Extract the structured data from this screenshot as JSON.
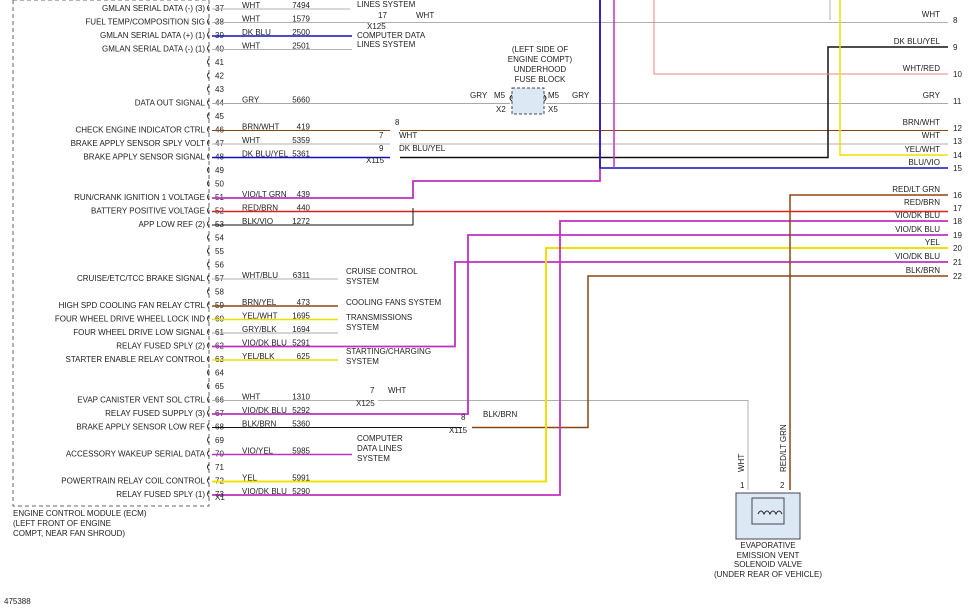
{
  "ecm": {
    "label_lines": [
      "ENGINE CONTROL MODULE (ECM)",
      "(LEFT FRONT OF ENGINE",
      "COMPT, NEAR FAN SHROUD)"
    ],
    "pins": [
      {
        "num": "37",
        "desc": "GMLAN SERIAL DATA (-) (3)",
        "color": "WHT",
        "circuit": "7494"
      },
      {
        "num": "38",
        "desc": "FUEL TEMP/COMPOSITION SIG",
        "color": "WHT",
        "circuit": "1579"
      },
      {
        "num": "39",
        "desc": "GMLAN SERIAL DATA (+) (1)",
        "color": "DK BLU",
        "circuit": "2500"
      },
      {
        "num": "40",
        "desc": "GMLAN SERIAL DATA (-) (1)",
        "color": "WHT",
        "circuit": "2501"
      },
      {
        "num": "41",
        "desc": "",
        "color": "",
        "circuit": ""
      },
      {
        "num": "42",
        "desc": "",
        "color": "",
        "circuit": ""
      },
      {
        "num": "43",
        "desc": "",
        "color": "",
        "circuit": ""
      },
      {
        "num": "44",
        "desc": "DATA OUT SIGNAL",
        "color": "GRY",
        "circuit": "5660"
      },
      {
        "num": "45",
        "desc": "",
        "color": "",
        "circuit": ""
      },
      {
        "num": "46",
        "desc": "CHECK ENGINE INDICATOR CTRL",
        "color": "BRN/WHT",
        "circuit": "419"
      },
      {
        "num": "47",
        "desc": "BRAKE APPLY SENSOR SPLY VOLT",
        "color": "WHT",
        "circuit": "5359"
      },
      {
        "num": "48",
        "desc": "BRAKE APPLY SENSOR SIGNAL",
        "color": "DK BLU/YEL",
        "circuit": "5361"
      },
      {
        "num": "49",
        "desc": "",
        "color": "",
        "circuit": ""
      },
      {
        "num": "50",
        "desc": "",
        "color": "",
        "circuit": ""
      },
      {
        "num": "51",
        "desc": "RUN/CRANK IGNITION 1 VOLTAGE",
        "color": "VIO/LT GRN",
        "circuit": "439"
      },
      {
        "num": "52",
        "desc": "BATTERY POSITIVE VOLTAGE",
        "color": "RED/BRN",
        "circuit": "440"
      },
      {
        "num": "53",
        "desc": "APP LOW REF (2)",
        "color": "BLK/VIO",
        "circuit": "1272"
      },
      {
        "num": "54",
        "desc": "",
        "color": "",
        "circuit": ""
      },
      {
        "num": "55",
        "desc": "",
        "color": "",
        "circuit": ""
      },
      {
        "num": "56",
        "desc": "",
        "color": "",
        "circuit": ""
      },
      {
        "num": "57",
        "desc": "CRUISE/ETC/TCC BRAKE SIGNAL",
        "color": "WHT/BLU",
        "circuit": "6311"
      },
      {
        "num": "58",
        "desc": "",
        "color": "",
        "circuit": ""
      },
      {
        "num": "59",
        "desc": "HIGH SPD COOLING FAN RELAY CTRL",
        "color": "BRN/YEL",
        "circuit": "473"
      },
      {
        "num": "60",
        "desc": "FOUR WHEEL DRIVE WHEEL LOCK IND",
        "color": "YEL/WHT",
        "circuit": "1695"
      },
      {
        "num": "61",
        "desc": "FOUR WHEEL DRIVE LOW SIGNAL",
        "color": "GRY/BLK",
        "circuit": "1694"
      },
      {
        "num": "62",
        "desc": "RELAY FUSED SPLY (2)",
        "color": "VIO/DK BLU",
        "circuit": "5291"
      },
      {
        "num": "63",
        "desc": "STARTER ENABLE RELAY CONTROL",
        "color": "YEL/BLK",
        "circuit": "625"
      },
      {
        "num": "64",
        "desc": "",
        "color": "",
        "circuit": ""
      },
      {
        "num": "65",
        "desc": "",
        "color": "",
        "circuit": ""
      },
      {
        "num": "66",
        "desc": "EVAP CANISTER VENT SOL CTRL",
        "color": "WHT",
        "circuit": "1310"
      },
      {
        "num": "67",
        "desc": "RELAY FUSED SUPPLY (3)",
        "color": "VIO/DK BLU",
        "circuit": "5292"
      },
      {
        "num": "68",
        "desc": "BRAKE APPLY SENSOR LOW REF",
        "color": "BLK/BRN",
        "circuit": "5360"
      },
      {
        "num": "69",
        "desc": "",
        "color": "",
        "circuit": ""
      },
      {
        "num": "70",
        "desc": "ACCESSORY WAKEUP SERIAL DATA",
        "color": "VIO/YEL",
        "circuit": "5985"
      },
      {
        "num": "71",
        "desc": "",
        "color": "",
        "circuit": ""
      },
      {
        "num": "72",
        "desc": "POWERTRAIN RELAY COIL CONTROL",
        "color": "YEL",
        "circuit": "5991"
      },
      {
        "num": "73",
        "desc": "RELAY FUSED SPLY (1)",
        "color": "VIO/DK BLU",
        "circuit": "5290"
      }
    ],
    "connector_label": "X1"
  },
  "right_terminals": [
    {
      "num": "8",
      "color": "WHT"
    },
    {
      "num": "9",
      "color": "DK BLU/YEL"
    },
    {
      "num": "10",
      "color": "WHT/RED"
    },
    {
      "num": "11",
      "color": "GRY"
    },
    {
      "num": "12",
      "color": "BRN/WHT"
    },
    {
      "num": "13",
      "color": "WHT"
    },
    {
      "num": "14",
      "color": "YEL/WHT"
    },
    {
      "num": "15",
      "color": "BLU/VIO"
    },
    {
      "num": "16",
      "color": "RED/LT GRN"
    },
    {
      "num": "17",
      "color": "RED/BRN"
    },
    {
      "num": "18",
      "color": "VIO/DK BLU"
    },
    {
      "num": "19",
      "color": "VIO/DK BLU"
    },
    {
      "num": "20",
      "color": "YEL"
    },
    {
      "num": "21",
      "color": "VIO/DK BLU"
    },
    {
      "num": "22",
      "color": "BLK/BRN"
    }
  ],
  "systems": [
    {
      "lines": [
        "LINES SYSTEM"
      ]
    },
    {
      "lines": [
        "COMPUTER DATA",
        "LINES SYSTEM"
      ]
    },
    {
      "lines": [
        "CRUISE CONTROL",
        "SYSTEM"
      ]
    },
    {
      "lines": [
        "COOLING FANS SYSTEM"
      ]
    },
    {
      "lines": [
        "TRANSMISSIONS",
        "SYSTEM"
      ]
    },
    {
      "lines": [
        "STARTING/CHARGING",
        "SYSTEM"
      ]
    },
    {
      "lines": [
        "COMPUTER",
        "DATA LINES",
        "SYSTEM"
      ]
    }
  ],
  "inline_connectors": [
    {
      "label": "X125",
      "pin": "17",
      "color": "WHT"
    },
    {
      "label": "X115",
      "pin": "8",
      "color": "WHT"
    },
    {
      "label": "X115",
      "pin": "7",
      "color": "WHT"
    },
    {
      "label": "X115",
      "pin": "9",
      "color": "DK BLU/YEL"
    },
    {
      "label": "X125",
      "pin": "7",
      "color": "WHT"
    },
    {
      "label": "X115",
      "pin": "8",
      "color": "BLK/BRN"
    }
  ],
  "fuse_block": {
    "label_lines": [
      "(LEFT SIDE OF",
      "ENGINE COMPT)",
      "UNDERHOOD",
      "FUSE BLOCK"
    ],
    "left_wire": "GRY",
    "right_wire": "GRY",
    "left_pin": "M5",
    "right_pin": "M5",
    "left_conn": "X2",
    "right_conn": "X5"
  },
  "solenoid": {
    "label_lines": [
      "EVAPORATIVE",
      "EMISSION VENT",
      "SOLENOID VALVE",
      "(UNDER REAR OF VEHICLE)"
    ],
    "pin1": "1",
    "pin2": "2",
    "wire1": "WHT",
    "wire2": "RED/LT GRN"
  },
  "diagram_id": "475388",
  "wire_colors": {
    "white": "#b0b0b0",
    "gray": "#a8a8a8",
    "dkblu": "#1010c0",
    "brown": "#8b4513",
    "red": "#e02020",
    "violet": "#c030c0",
    "yellow": "#f0e000",
    "black": "#111111",
    "pink": "#f08080",
    "lt_green": "#6cc06c"
  }
}
